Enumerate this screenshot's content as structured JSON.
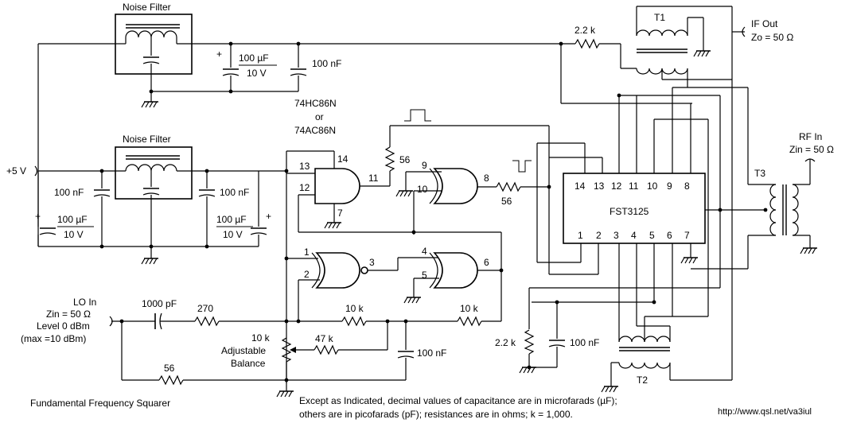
{
  "filters": {
    "top_label": "Noise Filter",
    "bottom_label": "Noise Filter"
  },
  "capacitors": {
    "top_100uf": "100 µF",
    "top_10v": "10 V",
    "top_100nf": "100 nF",
    "left_100nf": "100 nF",
    "left_100uf": "100 µF",
    "left_10v": "10 V",
    "right_100nf": "100 nF",
    "right_100uf": "100 µF",
    "right_10v": "10 V",
    "lo_1000pf": "1000 pF",
    "bal_100nf": "100 nF",
    "fst_100nf": "100 nF",
    "plus": "+"
  },
  "resistors": {
    "r_2k2_top": "2.2 k",
    "r_56_vert": "56",
    "r_56_horiz": "56",
    "r_270": "270",
    "r_10k_mid": "10 k",
    "r_10k_right": "10 k",
    "r_47k": "47 k",
    "r_56_bottom": "56",
    "r_2k2_fst": "2.2 k",
    "pot": "10 k"
  },
  "pot_labels": [
    "Adjustable",
    "Balance"
  ],
  "supply": "+5 V",
  "gate_ic": {
    "line1": "74HC86N",
    "line2": "or",
    "line3": "74AC86N"
  },
  "gate_pins": {
    "g1_13": "13",
    "g1_14": "14",
    "g1_12": "12",
    "g1_11": "11",
    "g1_7": "7",
    "g2_9": "9",
    "g2_10": "10",
    "g2_8": "8",
    "g3_1": "1",
    "g3_2": "2",
    "g3_3": "3",
    "g4_4": "4",
    "g4_5": "5",
    "g4_6": "6"
  },
  "fst": {
    "name": "FST3125",
    "top_pins": [
      "14",
      "13",
      "12",
      "11",
      "10",
      "9",
      "8"
    ],
    "bottom_pins": [
      "1",
      "2",
      "3",
      "4",
      "5",
      "6",
      "7"
    ]
  },
  "transformers": {
    "t1": "T1",
    "t2": "T2",
    "t3": "T3"
  },
  "if_out": [
    "IF Out",
    "Zo = 50 Ω"
  ],
  "rf_in": [
    "RF In",
    "Zin = 50 Ω"
  ],
  "lo_in": [
    "LO In",
    "Zin = 50 Ω",
    "Level 0 dBm",
    "(max =10 dBm)"
  ],
  "caption": "Fundamental Frequency Squarer",
  "note": [
    "Except as Indicated, decimal values of capacitance are in microfarads (µF);",
    "others are in picofarads (pF); resistances are in ohms; k = 1,000."
  ],
  "url": "http://www.qsl.net/va3iul"
}
